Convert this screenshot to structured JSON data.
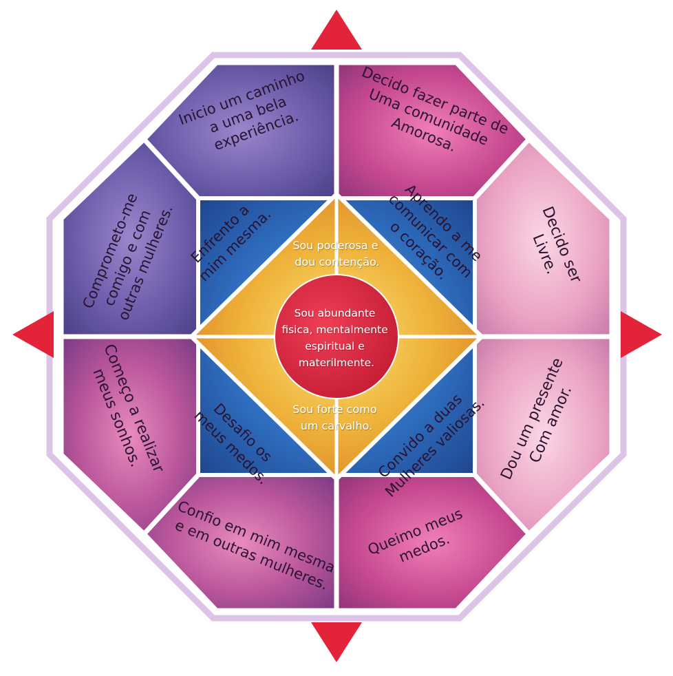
{
  "colors": {
    "outer_border": "#dcc4e6",
    "arrow": "#e3233a",
    "divider": "#ffffff",
    "ring_pink": "#c05a9a",
    "ring_purple": "#6d58a6",
    "ring_light_pink": "#e9a6c6",
    "blue": "#2e6fbf",
    "gold": "#e7a32a",
    "center": "#d9253b",
    "dark_text": "#2a1330",
    "light_text": "#ffffff"
  },
  "outer_ring": [
    {
      "id": "top-left",
      "lines": [
        "Inicio um caminho",
        "a uma bela",
        "experiência."
      ]
    },
    {
      "id": "top-right",
      "lines": [
        "Decido fazer parte de",
        "Uma comunidade",
        "Amorosa."
      ]
    },
    {
      "id": "right-top",
      "lines": [
        "Decido ser",
        "Livre."
      ]
    },
    {
      "id": "right-bottom",
      "lines": [
        "Dou um presente",
        "Com amor."
      ]
    },
    {
      "id": "bottom-right",
      "lines": [
        "Queimo meus",
        "medos."
      ]
    },
    {
      "id": "bottom-left",
      "lines": [
        "Confio em mim mesma",
        "e em outras mulheres."
      ]
    },
    {
      "id": "left-bottom",
      "lines": [
        "Começo a realizar",
        "meus sonhos."
      ]
    },
    {
      "id": "left-top",
      "lines": [
        "Comprometo-me",
        "comigo e com",
        "outras mulheres."
      ]
    }
  ],
  "blue_ring": [
    {
      "id": "upper-left",
      "lines": [
        "Enfrento a",
        "mim mesma."
      ]
    },
    {
      "id": "upper-right",
      "lines": [
        "Aprendo a me",
        "comunicar com",
        "o coração."
      ]
    },
    {
      "id": "lower-right",
      "lines": [
        "Convido a duas",
        "Mulheres valiosas."
      ]
    },
    {
      "id": "lower-left",
      "lines": [
        "Desafio os",
        "meus medos."
      ]
    }
  ],
  "gold_diamond": {
    "top_lines": [
      "Sou poderosa e",
      "dou contenção."
    ],
    "bottom_lines": [
      "Sou forte como",
      "um carvalho."
    ]
  },
  "center_circle": {
    "lines": [
      "Sou abundante",
      "fisica, mentalmente",
      "espiritual e",
      "materilmente."
    ]
  },
  "arrows": [
    "top",
    "right",
    "bottom",
    "left"
  ]
}
